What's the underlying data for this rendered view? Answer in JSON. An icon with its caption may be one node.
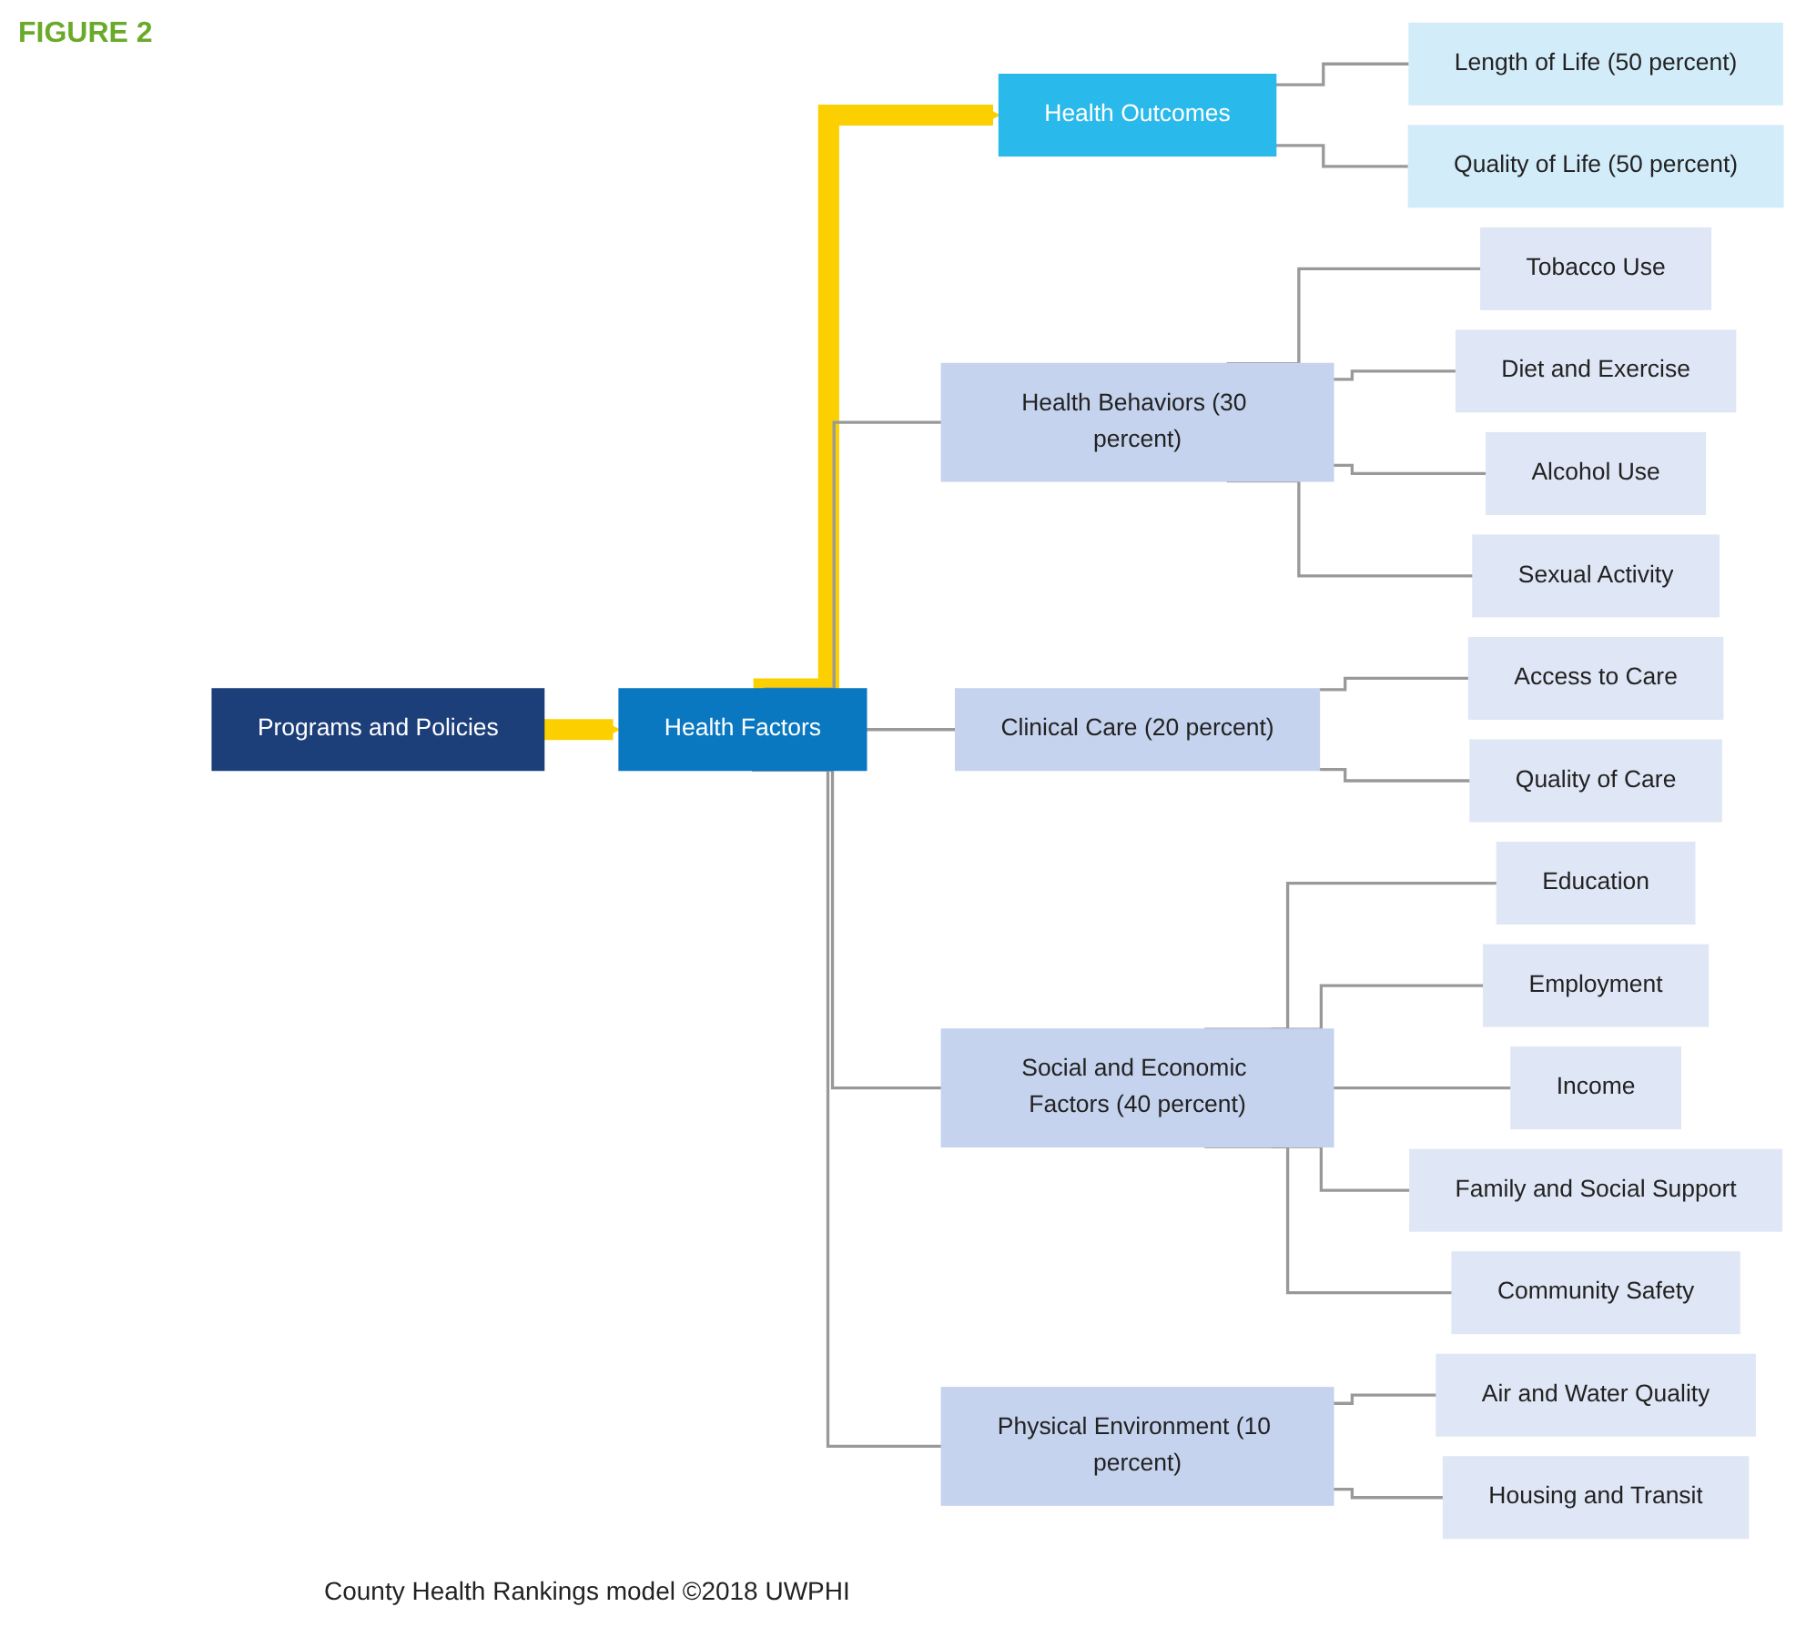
{
  "diagram": {
    "caption": "County Health Rankings model ©2018 UWPHI",
    "nodes": [
      {
        "text": [
          "Health Outcomes"
        ]
      },
      {
        "text": [
          "Length of Life (50 percent)"
        ]
      },
      {
        "text": [
          "Quality of Life (50 percent)"
        ]
      },
      {
        "text": [
          "Health Factors"
        ]
      },
      {
        "text": [
          "Health Behaviors (30 percent)"
        ]
      },
      {
        "text": [
          "Tobacco Use"
        ]
      },
      {
        "text": [
          "Diet and Exercise"
        ]
      },
      {
        "text": [
          "Alcohol Use"
        ]
      },
      {
        "text": [
          "Sexual Activity"
        ]
      },
      {
        "text": [
          "Clinical Care (20 percent)"
        ]
      },
      {
        "text": [
          "Access to Care"
        ]
      },
      {
        "text": [
          "Quality of Care"
        ]
      },
      {
        "text": [
          "Social and Economic Factors (40 percent)"
        ]
      },
      {
        "text": [
          "Education"
        ]
      },
      {
        "text": [
          "Employment"
        ]
      },
      {
        "text": [
          "Income"
        ]
      },
      {
        "text": [
          "Family and Social Support"
        ]
      },
      {
        "text": [
          "Community Safety"
        ]
      },
      {
        "text": [
          "Physical Environment (10 percent)"
        ]
      },
      {
        "text": [
          "Air and Water Quality"
        ]
      },
      {
        "text": [
          "Housing and Transit"
        ]
      },
      {
        "text": [
          "Programs and Policies"
        ]
      }
    ],
    "edges": [
      {
        "from": 0,
        "to": 1,
        "arrow": "none"
      },
      {
        "from": 0,
        "to": 2,
        "arrow": "none"
      },
      {
        "from": 3,
        "to": 0,
        "arrow": "to",
        "style": "thick",
        "color": "#fcd000"
      },
      {
        "from": 3,
        "to": 4,
        "arrow": "none"
      },
      {
        "from": 4,
        "to": 5,
        "arrow": "none"
      },
      {
        "from": 4,
        "to": 6,
        "arrow": "none"
      },
      {
        "from": 4,
        "to": 7,
        "arrow": "none"
      },
      {
        "from": 4,
        "to": 8,
        "arrow": "none"
      },
      {
        "from": 3,
        "to": 9,
        "arrow": "none"
      },
      {
        "from": 9,
        "to": 10,
        "arrow": "none"
      },
      {
        "from": 9,
        "to": 11,
        "arrow": "none"
      },
      {
        "from": 3,
        "to": 12,
        "arrow": "none"
      },
      {
        "from": 12,
        "to": 13,
        "arrow": "none"
      },
      {
        "from": 12,
        "to": 14,
        "arrow": "none"
      },
      {
        "from": 12,
        "to": 15,
        "arrow": "none"
      },
      {
        "from": 12,
        "to": 16,
        "arrow": "none"
      },
      {
        "from": 12,
        "to": 17,
        "arrow": "none"
      },
      {
        "from": 3,
        "to": 18,
        "arrow": "none"
      },
      {
        "from": 18,
        "to": 19,
        "arrow": "none"
      },
      {
        "from": 18,
        "to": 20,
        "arrow": "none"
      },
      {
        "from": 21,
        "to": 3,
        "arrow": "to",
        "style": "thick",
        "color": "#fcd000"
      }
    ],
    "labels": [
      "FIGURE 2"
    ]
  }
}
